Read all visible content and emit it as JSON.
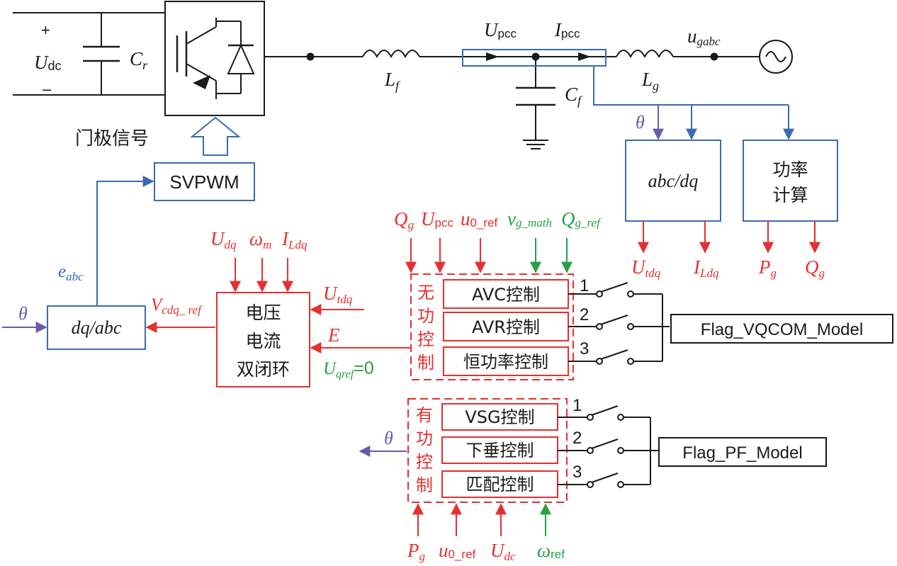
{
  "colors": {
    "black": "#1a1a1a",
    "blue": "#3a6ab4",
    "red": "#e5302f",
    "green": "#27a046",
    "purple": "#6a5aa8"
  },
  "power_circuit": {
    "dc_plus": "+",
    "dc_minus": "–",
    "dc_voltage": {
      "main": "U",
      "sub": "dc"
    },
    "dc_capacitor": {
      "main": "C",
      "sub": "r"
    },
    "filter_inductor": {
      "main": "L",
      "sub": "f"
    },
    "filter_capacitor": {
      "main": "C",
      "sub": "f"
    },
    "grid_inductor": {
      "main": "L",
      "sub": "g"
    },
    "pcc_voltage": {
      "main": "U",
      "sub": "pcc"
    },
    "pcc_current": {
      "main": "I",
      "sub": "pcc"
    },
    "grid_voltage": {
      "main": "u",
      "sub": "gabc"
    },
    "gate_signal": "门极信号",
    "svpwm_block": "SVPWM"
  },
  "measurement": {
    "theta": "θ",
    "abc_dq_block": "abc/dq",
    "power_calc_line1": "功率",
    "power_calc_line2": "计算",
    "out_utdq": {
      "main": "U",
      "sub": "tdq"
    },
    "out_ildq": {
      "main": "I",
      "sub": "Ldq"
    },
    "out_pg": {
      "main": "P",
      "sub": "g"
    },
    "out_qg": {
      "main": "Q",
      "sub": "g"
    }
  },
  "control": {
    "dq_abc_block": "dq/abc",
    "dq_abc_theta": "θ",
    "eabc": {
      "main": "e",
      "sub": "abc"
    },
    "vcdq_ref": {
      "main": "V",
      "sub": "cdq_ ref"
    },
    "loop_inputs": {
      "udq": {
        "main": "U",
        "sub": "dq"
      },
      "omega_m": {
        "main": "ω",
        "sub": "m"
      },
      "ildq": {
        "main": "I",
        "sub": "Ldq"
      }
    },
    "dual_loop_line1": "电压",
    "dual_loop_line2": "电流",
    "dual_loop_line3": "双闭环",
    "utdq_in": {
      "main": "U",
      "sub": "tdq"
    },
    "e_in": "E",
    "uqref": {
      "main": "U",
      "sub": "qref",
      "suffix": "=0"
    }
  },
  "reactive_control": {
    "group_label": [
      "无",
      "功",
      "控",
      "制"
    ],
    "inputs": {
      "qg": {
        "main": "Q",
        "sub": "g"
      },
      "upcc": {
        "main": "U",
        "sub": "pcc"
      },
      "u0_ref": {
        "main": "u",
        "sub": "0_ref"
      },
      "vg_math": {
        "main": "v",
        "sub": "g_math"
      },
      "qg_ref": {
        "main": "Q",
        "sub": "g_ref"
      }
    },
    "blocks": [
      "AVC控制",
      "AVR控制",
      "恒功率控制"
    ],
    "switch_numbers": [
      "1",
      "2",
      "3"
    ],
    "flag_label": "Flag_VQCOM_Model"
  },
  "active_control": {
    "group_label": [
      "有",
      "功",
      "控",
      "制"
    ],
    "theta_out": "θ",
    "blocks": [
      "VSG控制",
      "下垂控制",
      "匹配控制"
    ],
    "switch_numbers": [
      "1",
      "2",
      "3"
    ],
    "flag_label": "Flag_PF_Model",
    "inputs": {
      "pg": {
        "main": "P",
        "sub": "g"
      },
      "u0_ref": {
        "main": "u",
        "sub": "0_ref"
      },
      "udc": {
        "main": "U",
        "sub": "dc"
      },
      "omega_ref": {
        "main": "ω",
        "sub": "ref"
      }
    }
  }
}
